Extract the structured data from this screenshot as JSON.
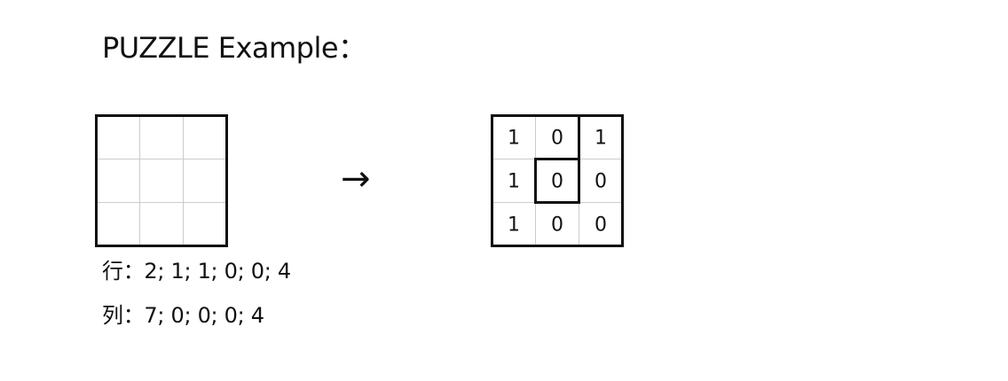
{
  "title": "PUZZLE Example：",
  "arrow": "→",
  "clues": {
    "row_label": "行：",
    "row_values": "2; 1; 1; 0; 0; 4",
    "col_label": "列：",
    "col_values": "7; 0; 0; 0; 4"
  },
  "empty_grid": {
    "rows": 3,
    "cols": 3
  },
  "solved_grid": {
    "cells": [
      [
        "1",
        "0",
        "1"
      ],
      [
        "1",
        "0",
        "0"
      ],
      [
        "1",
        "0",
        "0"
      ]
    ]
  },
  "colors": {
    "border": "#111111",
    "inner_line": "#cccccc"
  }
}
